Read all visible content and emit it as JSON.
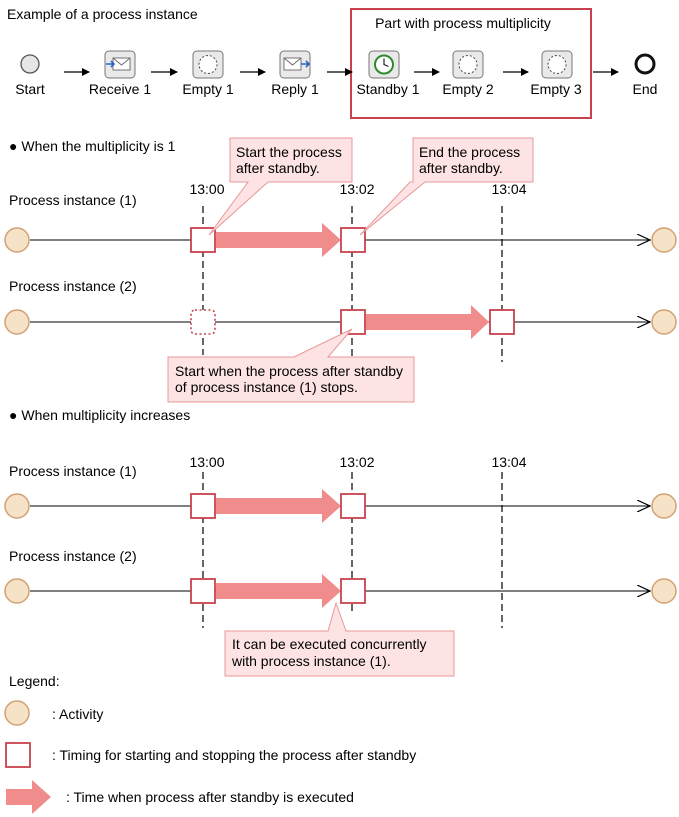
{
  "flow": {
    "title": "Example of a process instance",
    "multiplicity_label": "Part with process multiplicity",
    "nodes": [
      {
        "label": "Start",
        "icon": "start-circle-icon"
      },
      {
        "label": "Receive 1",
        "icon": "receive-envelope-icon"
      },
      {
        "label": "Empty 1",
        "icon": "empty-dashed-circle-icon"
      },
      {
        "label": "Reply 1",
        "icon": "reply-envelope-icon"
      },
      {
        "label": "Standby 1",
        "icon": "clock-icon"
      },
      {
        "label": "Empty 2",
        "icon": "empty-dashed-circle-icon"
      },
      {
        "label": "Empty 3",
        "icon": "empty-dashed-circle-icon"
      },
      {
        "label": "End",
        "icon": "end-circle-icon"
      }
    ]
  },
  "section1": {
    "heading": "When the multiplicity is 1",
    "times": [
      "13:00",
      "13:02",
      "13:04"
    ],
    "rows": [
      {
        "label": "Process instance (1)"
      },
      {
        "label": "Process instance (2)"
      }
    ],
    "callouts": {
      "start_standby": [
        "Start the process",
        "after standby."
      ],
      "end_standby": [
        "End the process",
        "after standby."
      ],
      "start_when": [
        "Start when the process after standby",
        "of process instance (1) stops."
      ]
    }
  },
  "section2": {
    "heading": "When multiplicity increases",
    "times": [
      "13:00",
      "13:02",
      "13:04"
    ],
    "rows": [
      {
        "label": "Process instance (1)"
      },
      {
        "label": "Process instance (2)"
      }
    ],
    "callouts": {
      "concurrent": [
        "It can be executed concurrently",
        "with process instance (1)."
      ]
    }
  },
  "legend": {
    "title": "Legend:",
    "items": [
      {
        "label": ": Activity"
      },
      {
        "label": ": Timing for starting and stopping the process after standby"
      },
      {
        "label": ": Time when process after standby is executed"
      }
    ]
  },
  "colors": {
    "box_border": "#c8424e",
    "arrow_fill": "#f08c8c",
    "callout_fill": "#fde3e3",
    "callout_border": "#e89898",
    "activity_fill": "#f6e3c7",
    "activity_border": "#d1a274"
  }
}
